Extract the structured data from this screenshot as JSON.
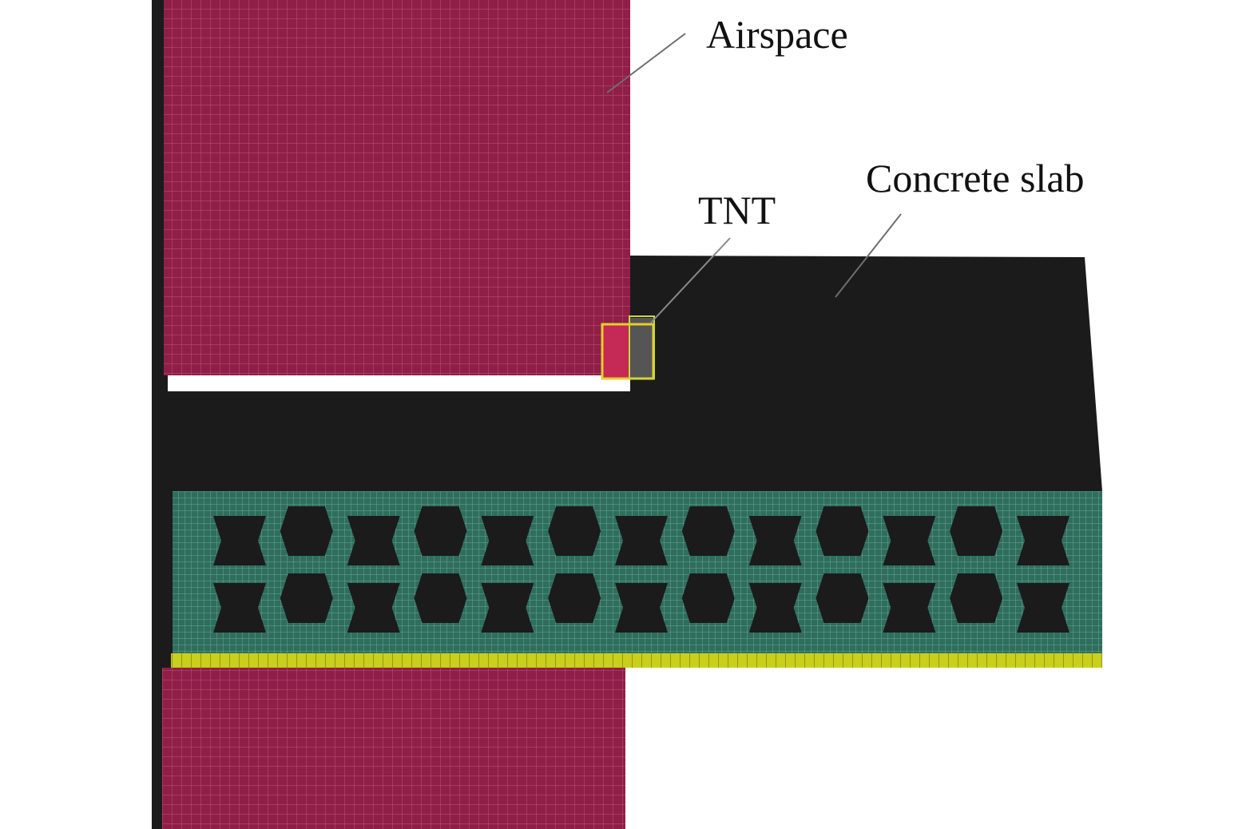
{
  "labels": {
    "airspace": "Airspace",
    "tnt": "TNT",
    "concrete_slab": "Concrete slab"
  },
  "colors": {
    "airspace_fill": "#8f1f47",
    "airspace_grid": "#b54a6c",
    "slab_fill": "#1b1b1b",
    "core_fill": "#2f6d5d",
    "core_grid": "#6aa595",
    "bottom_plate": "#c8cf1c",
    "tnt_outline": "#e8cc2c",
    "tnt_outline_inner": "#c9d83a",
    "leader_line": "#6e6e6e"
  },
  "core": {
    "cell_columns": 13,
    "cells_per_column": 2
  }
}
